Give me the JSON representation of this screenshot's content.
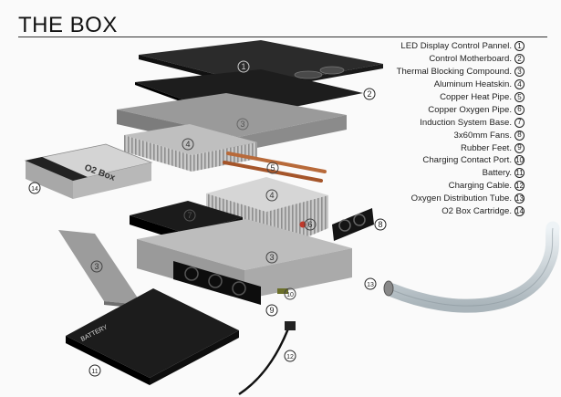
{
  "title": "THE BOX",
  "legend": [
    {
      "num": "1",
      "label": "LED Display Control Pannel."
    },
    {
      "num": "2",
      "label": "Control Motherboard."
    },
    {
      "num": "3",
      "label": "Thermal Blocking Compound."
    },
    {
      "num": "4",
      "label": "Aluminum Heatskin."
    },
    {
      "num": "5",
      "label": "Copper Heat Pipe."
    },
    {
      "num": "6",
      "label": "Copper Oxygen Pipe."
    },
    {
      "num": "7",
      "label": "Induction System Base."
    },
    {
      "num": "8",
      "label": "3x60mm Fans."
    },
    {
      "num": "9",
      "label": "Rubber Feet."
    },
    {
      "num": "10",
      "label": "Charging Contact Port."
    },
    {
      "num": "11",
      "label": "Battery."
    },
    {
      "num": "12",
      "label": "Charging Cable."
    },
    {
      "num": "13",
      "label": "Oxygen Distribution Tube."
    },
    {
      "num": "14",
      "label": "O2 Box Cartridge."
    }
  ],
  "callouts": {
    "c1": "1",
    "c2": "2",
    "c3a": "3",
    "c4a": "4",
    "c5": "5",
    "c4b": "4",
    "c6": "6",
    "c7": "7",
    "c8": "8",
    "c3b": "3",
    "c3c": "3",
    "c10": "10",
    "c9": "9",
    "c13": "13",
    "c14": "14",
    "c11": "11",
    "c12": "12"
  },
  "cartridge_text": "O2 Box",
  "battery_text": "BATTERY"
}
